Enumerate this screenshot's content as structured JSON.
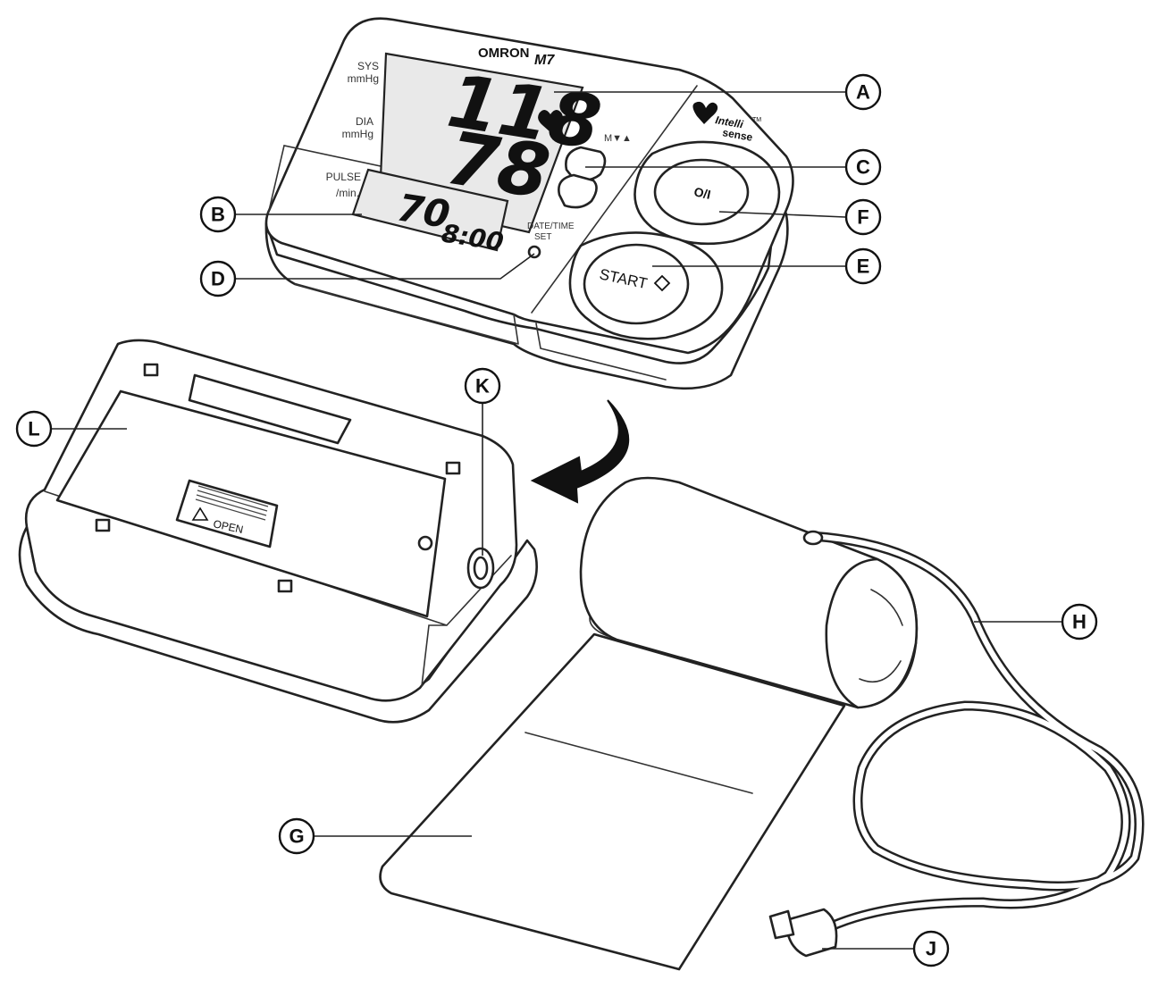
{
  "device": {
    "brand": "OMRON",
    "model": "M7",
    "sys_label": "SYS",
    "sys_unit": "mmHg",
    "dia_label": "DIA",
    "dia_unit": "mmHg",
    "pulse_label": "PULSE",
    "pulse_unit": "/min.",
    "systolic": "118",
    "diastolic": "78",
    "pulse": "70",
    "time": "8:00",
    "memory_label": "M▼▲",
    "date_time_label": "DATE/TIME",
    "set_label": "SET",
    "power_symbol": "O/I",
    "start_label": "START",
    "intelli_label": "Intelli",
    "sense_label": "sense",
    "tm_mark": "TM"
  },
  "case": {
    "open_label": "OPEN"
  },
  "callouts": [
    {
      "id": "A",
      "letter": "A"
    },
    {
      "id": "B",
      "letter": "B"
    },
    {
      "id": "C",
      "letter": "C"
    },
    {
      "id": "D",
      "letter": "D"
    },
    {
      "id": "E",
      "letter": "E"
    },
    {
      "id": "F",
      "letter": "F"
    },
    {
      "id": "G",
      "letter": "G"
    },
    {
      "id": "H",
      "letter": "H"
    },
    {
      "id": "J",
      "letter": "J"
    },
    {
      "id": "K",
      "letter": "K"
    },
    {
      "id": "L",
      "letter": "L"
    }
  ],
  "colors": {
    "line": "#222222",
    "background": "#ffffff",
    "lcd": "#e6e6e6"
  }
}
